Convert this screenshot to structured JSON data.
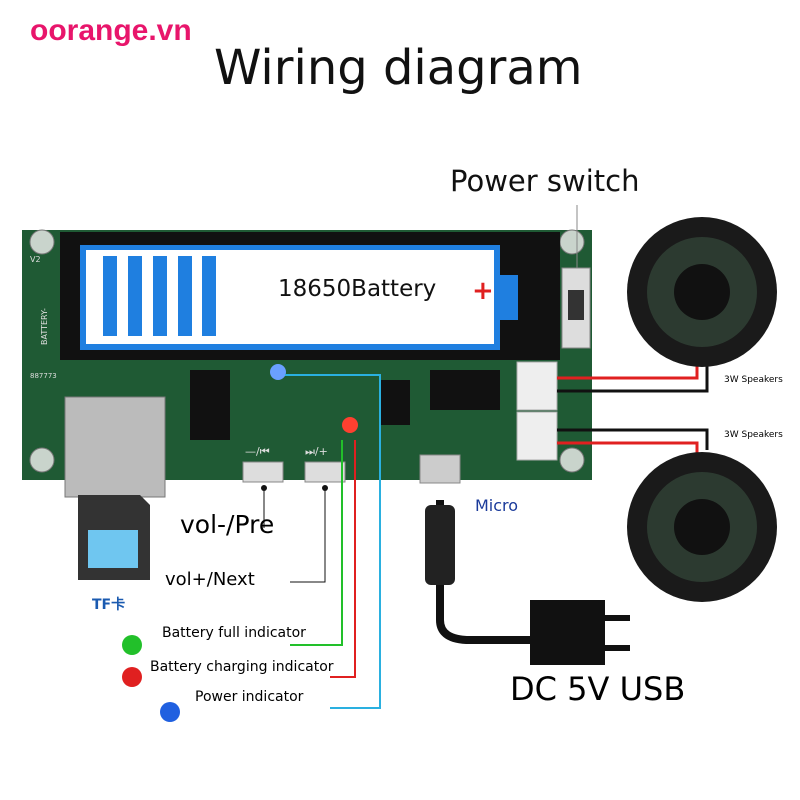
{
  "watermark": "oorange.vn",
  "title": "Wiring diagram",
  "labels": {
    "power_switch": "Power switch",
    "battery": "18650Battery",
    "battery_plus": "+",
    "battery_minus": "BATTERY-",
    "board_version": "V2",
    "board_code": "887773",
    "btn_prev_mark": "—/⏮",
    "btn_next_mark": "⏭/+",
    "speaker_top": "3W Speakers",
    "speaker_bottom": "3W Speakers",
    "micro": "Micro",
    "vol_minus": "vol-/Pre",
    "vol_plus": "vol+/Next",
    "tf_card": "TF卡",
    "battery_full": "Battery full indicator",
    "battery_charging": "Battery charging indicator",
    "power_indicator": "Power indicator",
    "dc_usb": "DC 5V USB"
  },
  "colors": {
    "pcb": "#1f5a34",
    "battery_blue": "#1f7fe0",
    "led_green": "#22c02a",
    "led_red": "#e02020",
    "led_blue": "#2060e0",
    "wire_cyan": "#2ab0e0",
    "logo": "#e8156b"
  }
}
